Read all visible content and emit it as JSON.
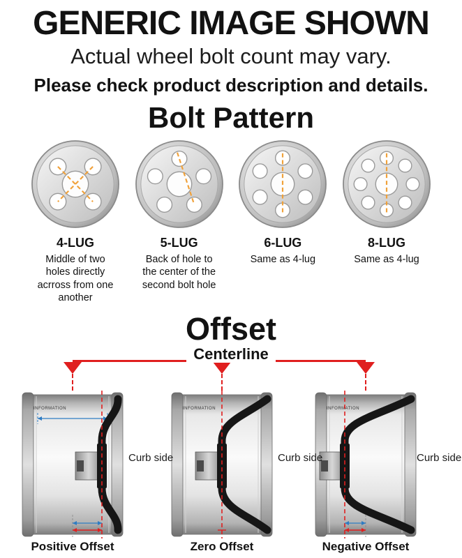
{
  "header": {
    "title": "GENERIC IMAGE SHOWN",
    "subtitle": "Actual wheel bolt count may vary.",
    "note": "Please check product description and details."
  },
  "bolt_pattern": {
    "heading": "Bolt Pattern",
    "items": [
      {
        "label": "4-LUG",
        "description": "Middle of two holes directly acrross from one another"
      },
      {
        "label": "5-LUG",
        "description": "Back of hole to the center of the second bolt hole"
      },
      {
        "label": "6-LUG",
        "description": "Same as 4-lug"
      },
      {
        "label": "8-LUG",
        "description": "Same as 4-lug"
      }
    ]
  },
  "offset": {
    "heading": "Offset",
    "centerline_label": "Centerline",
    "curb_side_label": "Curb side",
    "rim_label": "INFORMATION",
    "items": [
      {
        "label": "Positive Offset"
      },
      {
        "label": "Zero Offset"
      },
      {
        "label": "Negative Offset"
      }
    ]
  },
  "colors": {
    "accent_red": "#e01f1f",
    "measure_orange": "#f0a13a",
    "measure_blue": "#2e7cc3"
  }
}
